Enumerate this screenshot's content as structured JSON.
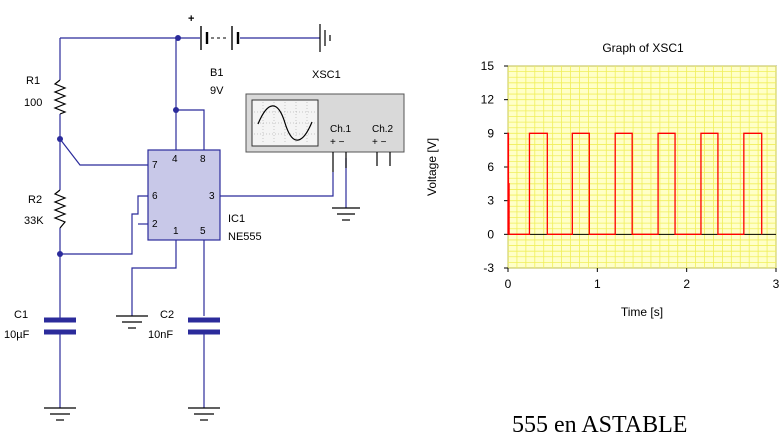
{
  "components": {
    "r1": {
      "ref": "R1",
      "value": "100"
    },
    "r2": {
      "ref": "R2",
      "value": "33K"
    },
    "c1": {
      "ref": "C1",
      "value": "10µF"
    },
    "c2": {
      "ref": "C2",
      "value": "10nF"
    },
    "b1": {
      "ref": "B1",
      "value": "9V"
    },
    "ic1": {
      "ref": "IC1",
      "value": "NE555",
      "pins": {
        "p7": "7",
        "p4": "4",
        "p8": "8",
        "p6": "6",
        "p3": "3",
        "p2": "2",
        "p1": "1",
        "p5": "5"
      }
    },
    "xsc1": {
      "ref": "XSC1",
      "ch1": "Ch.1",
      "ch2": "Ch.2",
      "ch1_pol": "+ −",
      "ch2_pol": "+ −"
    }
  },
  "battery_plus": "+",
  "chart_data": {
    "type": "line",
    "title": "Graph of XSC1",
    "xlabel": "Time [s]",
    "ylabel": "Voltage [V]",
    "xlim": [
      0,
      3
    ],
    "ylim": [
      -3,
      15
    ],
    "xticks": [
      0,
      1,
      2,
      3
    ],
    "yticks": [
      -3,
      0,
      3,
      6,
      9,
      12,
      15
    ],
    "grid": true,
    "colors": {
      "series": "#ff0000",
      "grid": "#f0ef5a",
      "plot_bg": "#ffffc8"
    },
    "series": [
      {
        "x": [
          0,
          0,
          0.005,
          0.005,
          0.012,
          0.012,
          0.24,
          0.24,
          0.44,
          0.44,
          0.72,
          0.72,
          0.91,
          0.91,
          1.2,
          1.2,
          1.39,
          1.39,
          1.68,
          1.68,
          1.87,
          1.87,
          2.16,
          2.16,
          2.35,
          2.35,
          2.64,
          2.64,
          2.84,
          2.84
        ],
        "y": [
          0,
          9,
          9,
          4.5,
          4.5,
          0,
          0,
          9,
          9,
          0,
          0,
          9,
          9,
          0,
          0,
          9,
          9,
          0,
          0,
          9,
          9,
          0,
          0,
          9,
          9,
          0,
          0,
          9,
          9,
          0
        ]
      }
    ]
  },
  "caption": "555 en ASTABLE"
}
